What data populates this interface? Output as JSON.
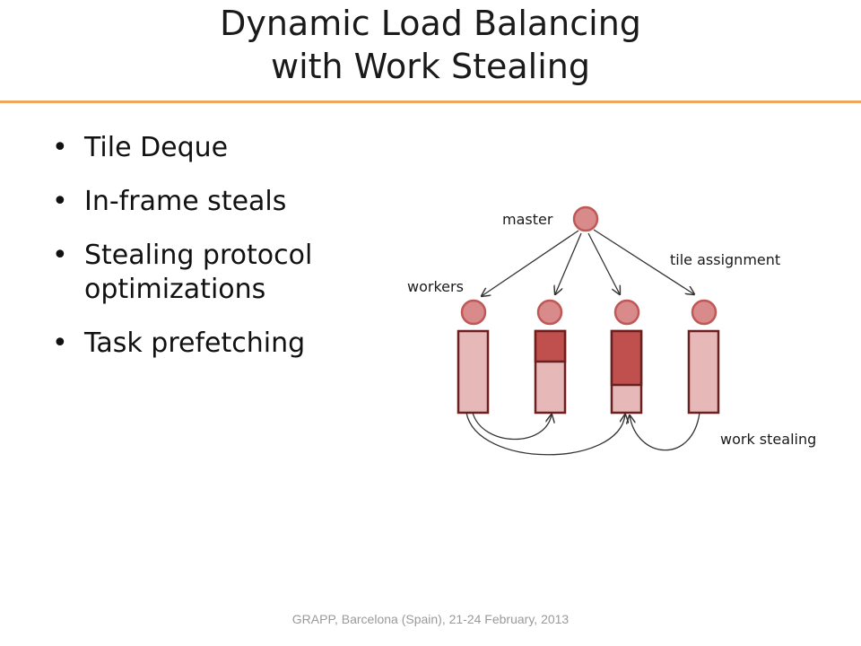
{
  "slide": {
    "title_line1": "Dynamic Load Balancing",
    "title_line2": "with Work Stealing",
    "bullets": [
      "Tile Deque",
      "In-frame steals",
      "Stealing protocol optimizations",
      "Task prefetching"
    ],
    "footer": "GRAPP, Barcelona (Spain), 21-24 February, 2013"
  },
  "diagram": {
    "labels": {
      "master": "master",
      "workers": "workers",
      "tile_assignment": "tile assignment",
      "work_stealing": "work stealing"
    },
    "colors": {
      "node_fill": "#d98a8a",
      "node_stroke": "#c05858",
      "deque_light": "#e6b8b8",
      "deque_dark": "#c0504d",
      "deque_stroke": "#6b1f1f",
      "accent_rule": "#f0a65e"
    }
  }
}
